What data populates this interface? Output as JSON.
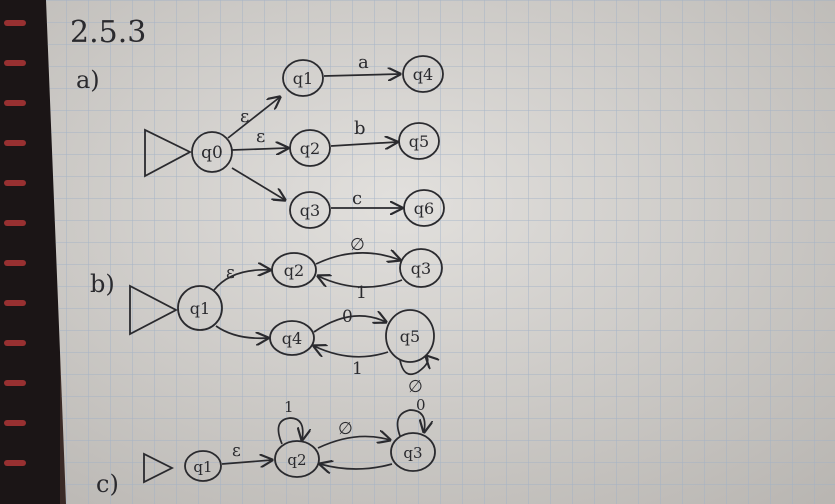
{
  "heading": "2.5.3",
  "parts": {
    "a": "a)",
    "b": "b)",
    "c": "c)"
  },
  "states": {
    "q0": "q0",
    "q1": "q1",
    "q2": "q2",
    "q3": "q3",
    "q4": "q4",
    "q5": "q5",
    "q6": "q6"
  },
  "symbols": {
    "epsilon": "ε",
    "a": "a",
    "b": "b",
    "c": "c",
    "empty": "∅",
    "zero": "0",
    "one": "1"
  },
  "colors": {
    "paper": "#d8d6d3",
    "grid": "#9fb0c6",
    "ink": "#2a2a2e",
    "binding": "#1b1516",
    "binding_mark": "#c23a3a"
  }
}
